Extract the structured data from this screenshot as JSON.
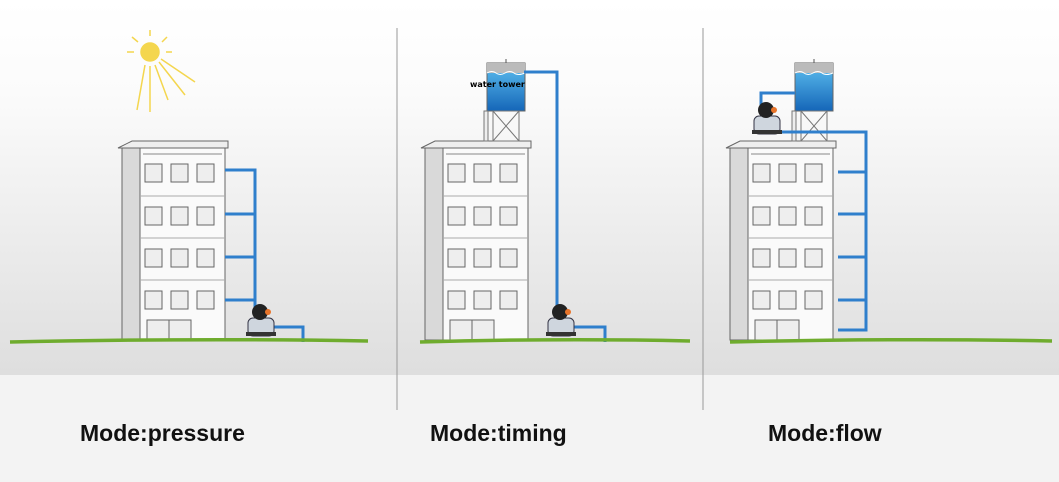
{
  "panels": [
    {
      "mode_label": "Mode:pressure"
    },
    {
      "mode_label": "Mode:timing",
      "tower_label": "water tower"
    },
    {
      "mode_label": "Mode:flow"
    }
  ],
  "colors": {
    "pipe": "#2f7fcc",
    "ground": "#6fac2e",
    "water": "#2a90d8",
    "sun": "#f4d64e"
  }
}
